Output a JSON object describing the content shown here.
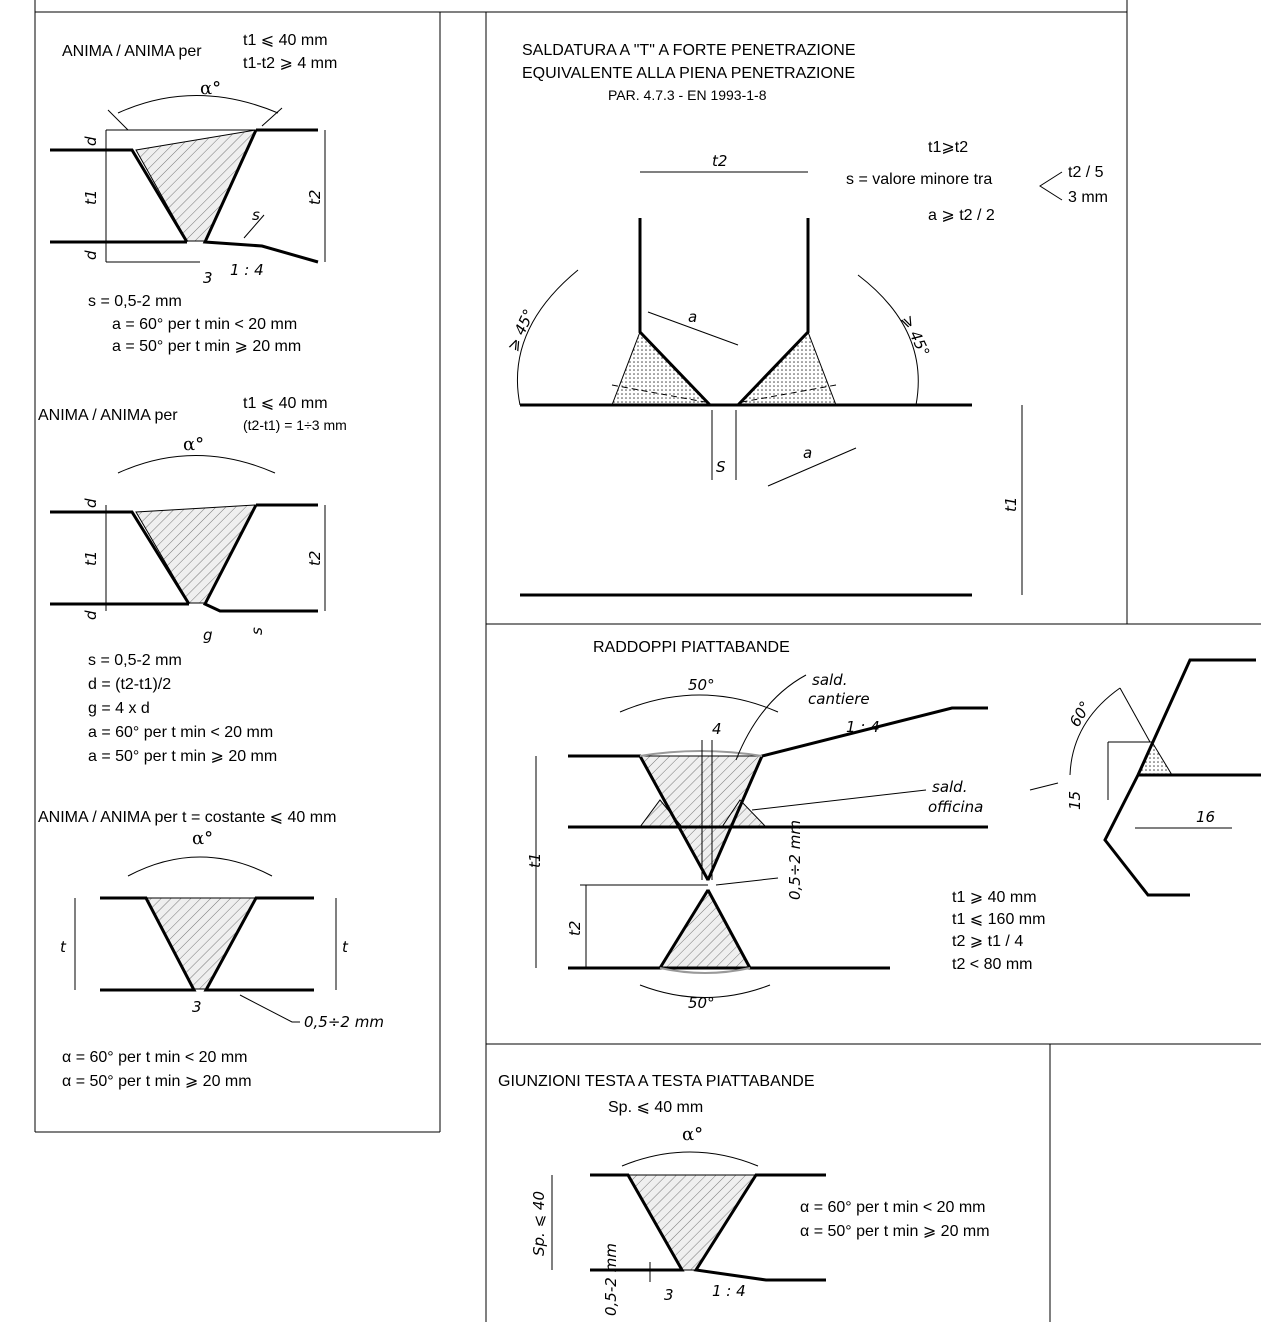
{
  "panels": {
    "anima1": {
      "title": "ANIMA  /  ANIMA per",
      "cond1": "t1 ⩽ 40 mm",
      "cond2": "t1-t2 ⩾ 4 mm",
      "angle": "α°",
      "dim_d": "d",
      "dim_t1": "t1",
      "dim_t2": "t2",
      "dim_s": "s",
      "dim_gap": "3",
      "slope": "1 : 4",
      "note1": "s = 0,5-2 mm",
      "note2": "a  = 60° per t min < 20 mm",
      "note3": "a  = 50° per t min ⩾ 20 mm"
    },
    "anima2": {
      "title": "ANIMA  /  ANIMA per",
      "cond1": "t1 ⩽ 40 mm",
      "cond2": "(t2-t1) = 1÷3 mm",
      "angle": "α°",
      "dim_d": "d",
      "dim_t1": "t1",
      "dim_t2": "t2",
      "dim_s": "s",
      "dim_g": "g",
      "note1": "s = 0,5-2 mm",
      "note2": "d = (t2-t1)/2",
      "note3": "g = 4 x d",
      "note4": "a  = 60° per t min < 20 mm",
      "note5": "a  = 50° per t min ⩾ 20 mm"
    },
    "anima3": {
      "title": "ANIMA  /  ANIMA  per  t = costante ⩽ 40 mm",
      "angle": "α°",
      "dim_t": "t",
      "dim_gap": "3",
      "dim_root": "0,5÷2 mm",
      "note1": "α  = 60° per t min < 20 mm",
      "note2": "α  = 50° per t min ⩾ 20 mm"
    },
    "tweld": {
      "title1": "SALDATURA  A  \"T\" A  FORTE  PENETRAZIONE",
      "title2": "EQUIVALENTE  ALLA  PIENA  PENETRAZIONE",
      "title3": "PAR. 4.7.3 - EN 1993-1-8",
      "cond1": "t1⩾t2",
      "cond2": "s = valore minore tra",
      "opt1": "t2 / 5",
      "opt2": "3 mm",
      "cond3": "a ⩾ t2 / 2",
      "dim_t2": "t2",
      "dim_t1": "t1",
      "dim_a": "a",
      "dim_s": "S",
      "angle": "⩾ 45°"
    },
    "raddoppi": {
      "title": "RADDOPPI  PIATTABANDE",
      "angle": "50°",
      "dim_4": "4",
      "label_site1": "sald.",
      "label_site2": "cantiere",
      "slope": "1 : 4",
      "label_shop1": "sald.",
      "label_shop2": "officina",
      "dim_root": "0,5÷2 mm",
      "dim_t1": "t1",
      "dim_t2": "t2",
      "note1": "t1 ⩾ 40 mm",
      "note2": "t1 ⩽ 160 mm",
      "note3": "t2 ⩾ t1 / 4",
      "note4": "t2 < 80 mm",
      "detail_angle": "60°",
      "detail_15": "15",
      "detail_16": "16"
    },
    "giunzioni": {
      "title": "GIUNZIONI  TESTA  A  TESTA  PIATTABANDE",
      "cond": "Sp. ⩽ 40 mm",
      "angle": "α°",
      "dim_sp": "Sp. ⩽ 40",
      "dim_root": "0,5-2 mm",
      "dim_gap": "3",
      "slope": "1 : 4",
      "note1": "α  = 60° per t min < 20 mm",
      "note2": "α  = 50° per t min ⩾ 20 mm"
    }
  }
}
